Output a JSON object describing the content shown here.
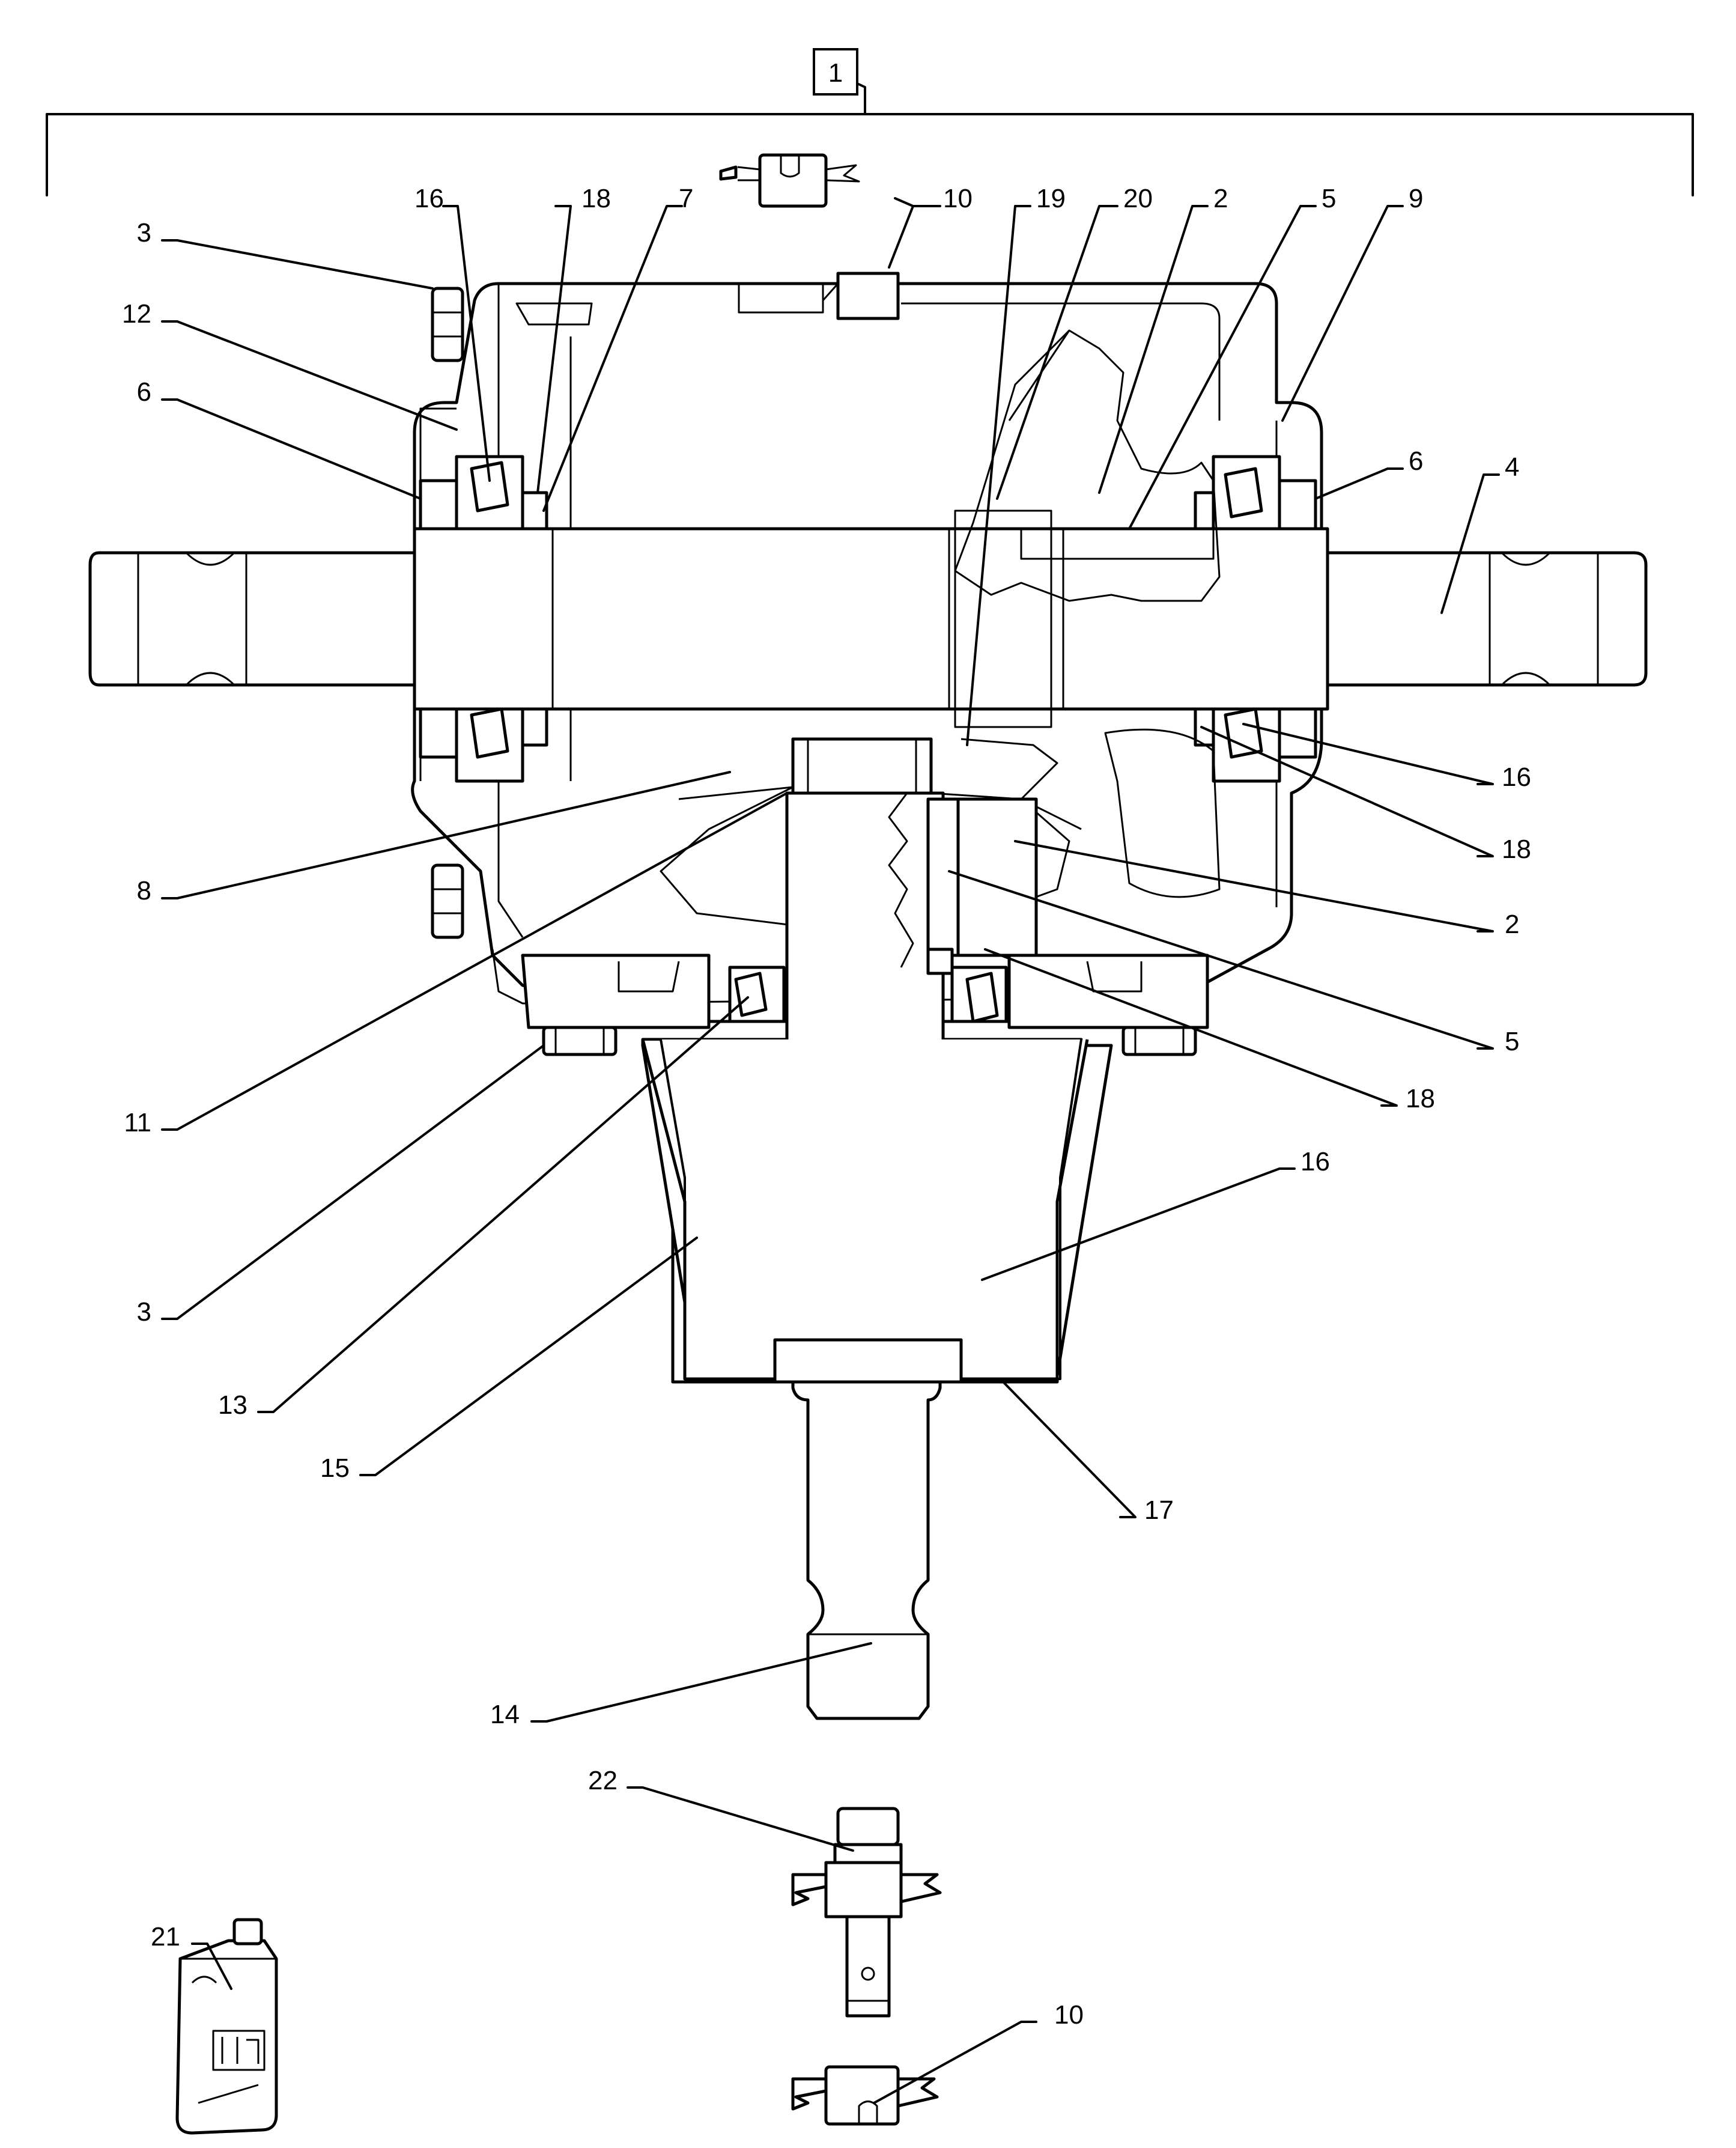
{
  "diagram": {
    "assembly_callout": "1",
    "callouts": [
      {
        "id": "c-3-top",
        "text": "3"
      },
      {
        "id": "c-12",
        "text": "12"
      },
      {
        "id": "c-6-left",
        "text": "6"
      },
      {
        "id": "c-16-top",
        "text": "16"
      },
      {
        "id": "c-18-top",
        "text": "18"
      },
      {
        "id": "c-7",
        "text": "7"
      },
      {
        "id": "c-10-top",
        "text": "10"
      },
      {
        "id": "c-19",
        "text": "19"
      },
      {
        "id": "c-20",
        "text": "20"
      },
      {
        "id": "c-2-top",
        "text": "2"
      },
      {
        "id": "c-5-top",
        "text": "5"
      },
      {
        "id": "c-9",
        "text": "9"
      },
      {
        "id": "c-6-right",
        "text": "6"
      },
      {
        "id": "c-4",
        "text": "4"
      },
      {
        "id": "c-16-right",
        "text": "16"
      },
      {
        "id": "c-18-right",
        "text": "18"
      },
      {
        "id": "c-2-right",
        "text": "2"
      },
      {
        "id": "c-5-right",
        "text": "5"
      },
      {
        "id": "c-18-mid",
        "text": "18"
      },
      {
        "id": "c-16-low",
        "text": "16"
      },
      {
        "id": "c-17",
        "text": "17"
      },
      {
        "id": "c-8",
        "text": "8"
      },
      {
        "id": "c-11",
        "text": "11"
      },
      {
        "id": "c-3-bottom",
        "text": "3"
      },
      {
        "id": "c-13",
        "text": "13"
      },
      {
        "id": "c-15",
        "text": "15"
      },
      {
        "id": "c-14",
        "text": "14"
      },
      {
        "id": "c-22",
        "text": "22"
      },
      {
        "id": "c-21",
        "text": "21"
      },
      {
        "id": "c-10-bottom",
        "text": "10"
      }
    ]
  }
}
